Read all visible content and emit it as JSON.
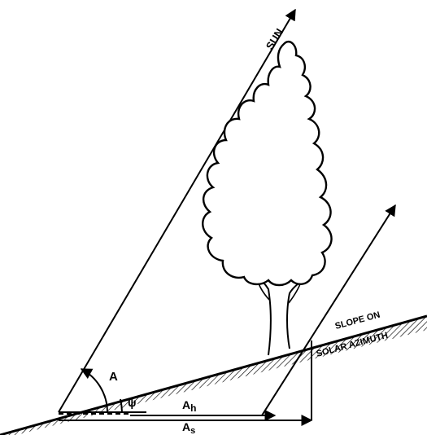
{
  "labels": {
    "sun": "SUN",
    "slope_line1": "SLOPE ON",
    "slope_line2": "SOLAR AZIMUTH",
    "angle_A": "A",
    "angle_psi": "ψ",
    "ah_base": "A",
    "ah_sub": "h",
    "as_base": "A",
    "as_sub": "s"
  }
}
